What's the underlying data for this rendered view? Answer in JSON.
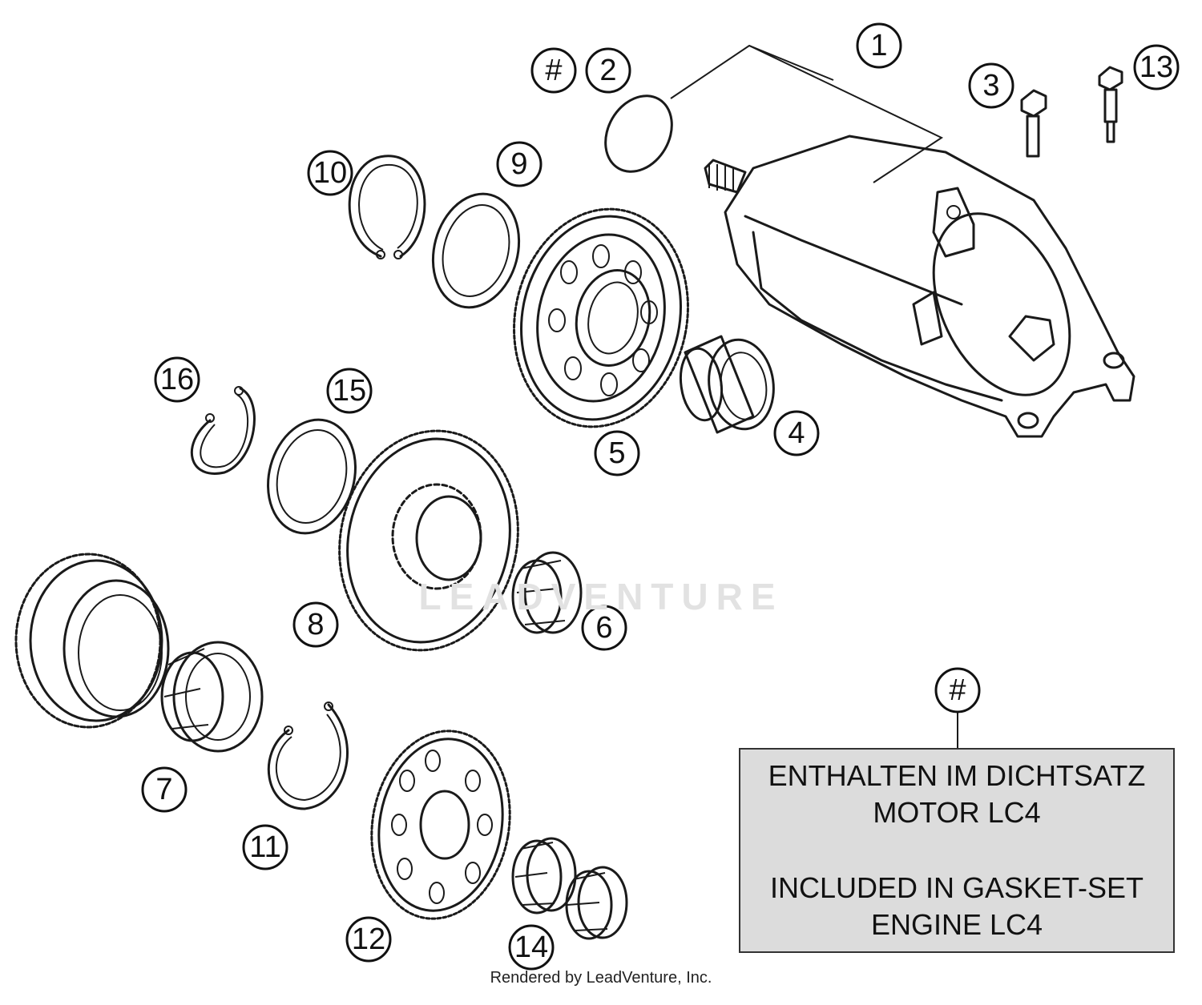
{
  "callouts": [
    {
      "id": "1"
    },
    {
      "id": "2"
    },
    {
      "id": "#"
    },
    {
      "id": "3"
    },
    {
      "id": "13"
    },
    {
      "id": "10"
    },
    {
      "id": "9"
    },
    {
      "id": "4"
    },
    {
      "id": "5"
    },
    {
      "id": "16"
    },
    {
      "id": "15"
    },
    {
      "id": "8"
    },
    {
      "id": "6"
    },
    {
      "id": "7"
    },
    {
      "id": "11"
    },
    {
      "id": "12"
    },
    {
      "id": "14"
    },
    {
      "id": "#"
    }
  ],
  "note": {
    "de_line1": "ENTHALTEN IM DICHTSATZ",
    "de_line2": "MOTOR LC4",
    "en_line1": "INCLUDED IN GASKET-SET",
    "en_line2": "ENGINE LC4"
  },
  "watermark": "LEADVENTURE",
  "footer": "Rendered by LeadVenture, Inc."
}
